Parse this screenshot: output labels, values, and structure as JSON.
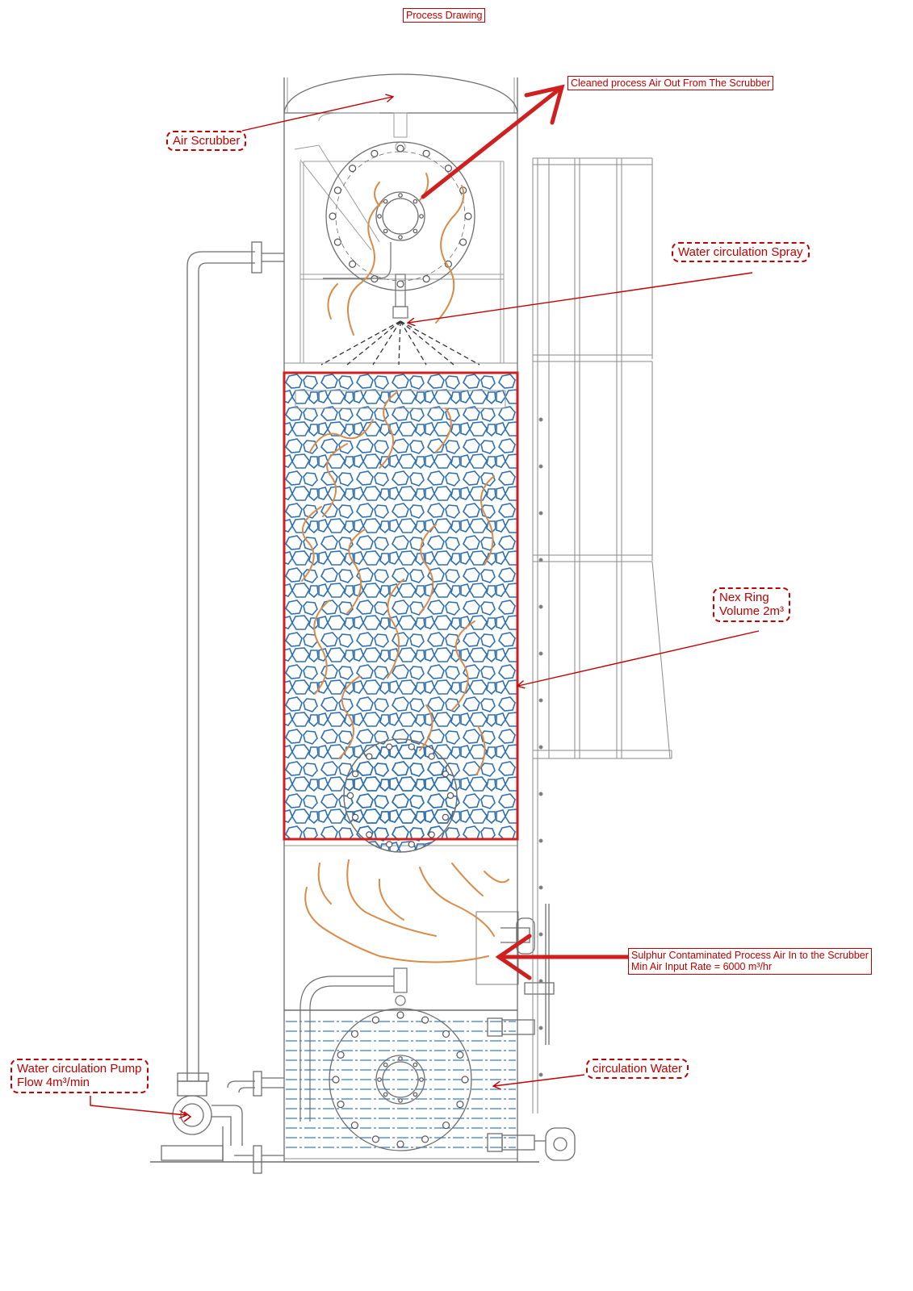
{
  "title": "Process Drawing",
  "labels": {
    "air_out": "Cleaned process  Air Out From The  Scrubber",
    "air_scrubber": "Air Scrubber",
    "water_spray": "Water circulation  Spray",
    "nex_ring_line1": "Nex Ring",
    "nex_ring_line2": "Volume 2m³",
    "air_in_line1": "Sulphur Contaminated Process Air  In to the Scrubber",
    "air_in_line2": "Min Air Input Rate = 6000 m³/hr",
    "circulation_water": "circulation Water",
    "pump_line1": "Water circulation  Pump",
    "pump_line2": "Flow 4m³/min"
  },
  "colors": {
    "annotation": "#c00000",
    "equipment_line": "#6e6e6e",
    "packing": "#2e6fb0",
    "water": "#3a7cc4",
    "air_flow": "#d98c4a"
  }
}
